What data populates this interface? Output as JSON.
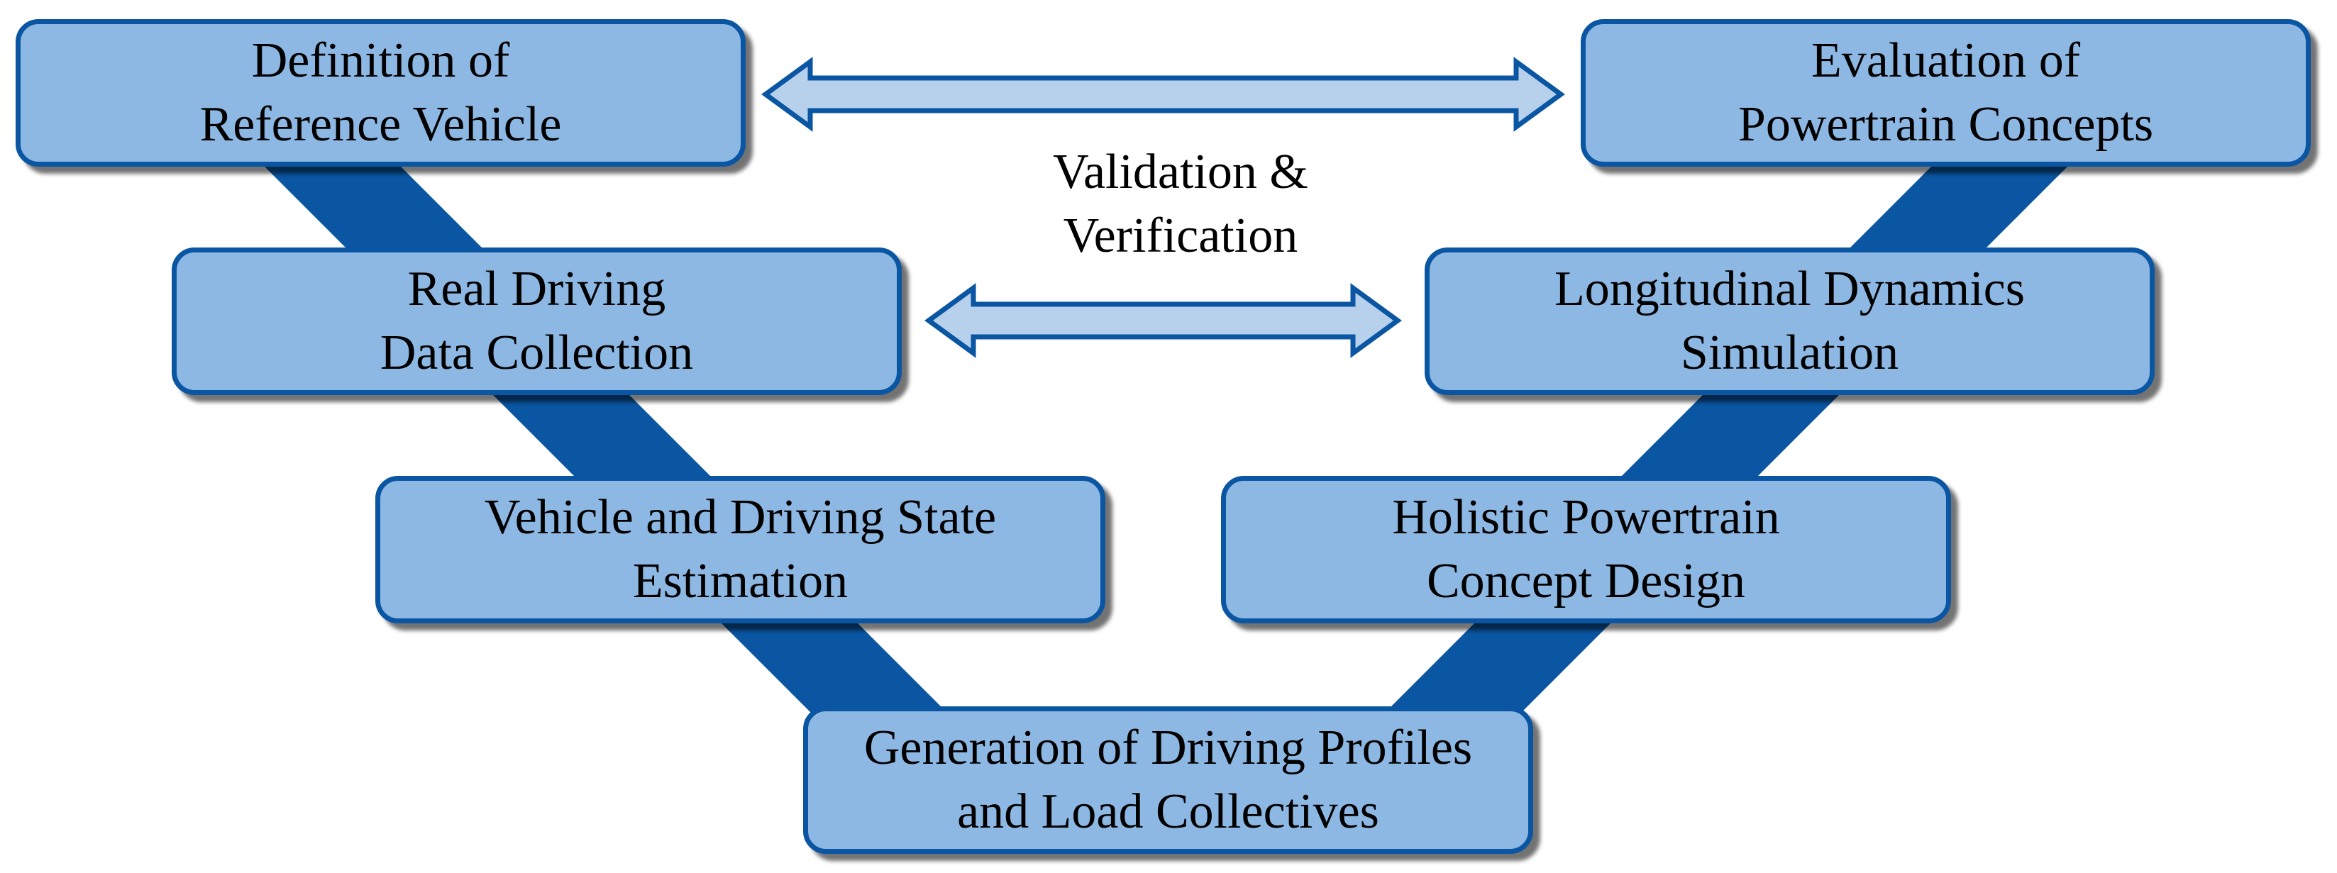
{
  "diagram": {
    "colors": {
      "box_fill": "#8eb8e4",
      "box_border": "#0a56a3",
      "connector": "#0a56a3",
      "arrow_fill": "#b7d0ec",
      "arrow_stroke": "#0a56a3"
    },
    "left_branch": [
      {
        "line1": "Definition of",
        "line2": "Reference Vehicle"
      },
      {
        "line1": "Real Driving",
        "line2": "Data Collection"
      },
      {
        "line1": "Vehicle and Driving State",
        "line2": "Estimation"
      }
    ],
    "bottom": {
      "line1": "Generation of Driving Profiles",
      "line2": "and Load Collectives"
    },
    "right_branch": [
      {
        "line1": "Evaluation of",
        "line2": "Powertrain Concepts"
      },
      {
        "line1": "Longitudinal Dynamics",
        "line2": "Simulation"
      },
      {
        "line1": "Holistic Powertrain",
        "line2": "Concept Design"
      }
    ],
    "validation_label": {
      "line1": "Validation &",
      "line2": "Verification"
    }
  }
}
